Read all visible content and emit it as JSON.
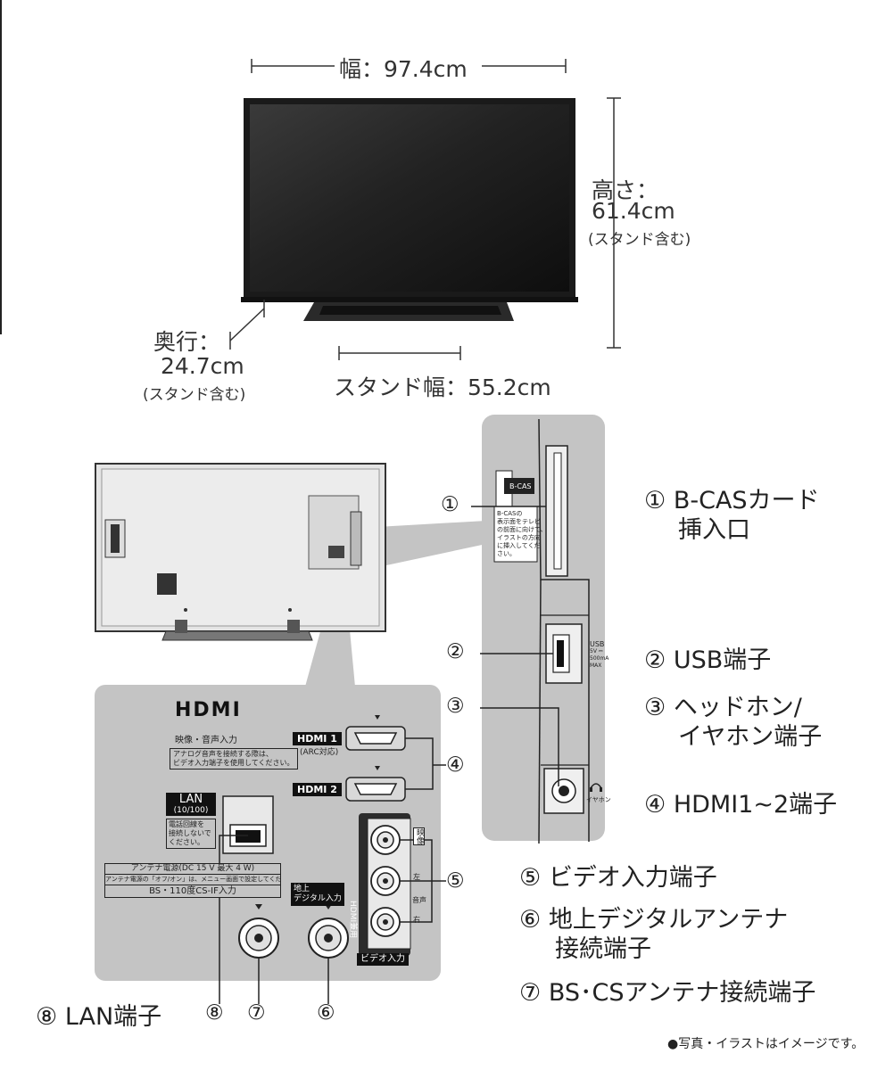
{
  "dimensions": {
    "width_label": "幅：97.4cm",
    "height_label": "高さ：",
    "height_value": "61.4cm",
    "height_note": "(スタンド含む)",
    "depth_label": "奥行：",
    "depth_value": "24.7cm",
    "depth_note": "(スタンド含む)",
    "stand_width_label": "スタンド幅：55.2cm"
  },
  "side_panel": {
    "bcas_logo": "B-CAS",
    "bcas_note": [
      "B-CASの",
      "表示面をテレビ",
      "の前面に向けて、",
      "イラストの方向",
      "に挿入してくだ",
      "さい。"
    ],
    "usb_label": [
      "USB",
      "5V ⎓",
      "500mA",
      "MAX"
    ],
    "earphone_label": "イヤホン"
  },
  "rear_panel": {
    "logo": "HDMI",
    "av_input_title": "映像・音声入力",
    "av_input_note": [
      "アナログ音声を接続する際は、",
      "ビデオ入力端子を使用してください。"
    ],
    "hdmi1": "HDMI 1",
    "hdmi1_note": "(ARC対応)",
    "hdmi2": "HDMI 2",
    "lan_title": "LAN",
    "lan_sub": "(10/100)",
    "lan_note": [
      "電話回線を",
      "接続しないで",
      "ください。"
    ],
    "antenna_power": "アンテナ電源(DC 15 V 最大 4 W)",
    "antenna_power_note": "アンテナ電源の「オフ/オン」は、メニュー画面で設定してください。",
    "bs_input": "BS・110度CS-IF入力",
    "terrestrial": [
      "地上",
      "デジタル入力"
    ],
    "video_vertical": "HDMI兼用",
    "video_input": "ビデオ入力",
    "jack_video": "映像",
    "jack_audio": "音声",
    "jack_l": "左",
    "jack_r": "右"
  },
  "callouts": {
    "c1": "①",
    "c2": "②",
    "c3": "③",
    "c4": "④",
    "c5": "⑤",
    "c6": "⑥",
    "c7": "⑦",
    "c8": "⑧"
  },
  "legend": [
    {
      "num": "①",
      "lines": [
        "B-CASカード",
        "挿入口"
      ]
    },
    {
      "num": "②",
      "lines": [
        "USB端子"
      ]
    },
    {
      "num": "③",
      "lines": [
        "ヘッドホン/",
        "イヤホン端子"
      ]
    },
    {
      "num": "④",
      "lines": [
        "HDMI1~2端子"
      ]
    },
    {
      "num": "⑤",
      "lines": [
        "ビデオ入力端子"
      ]
    },
    {
      "num": "⑥",
      "lines": [
        "地上デジタルアンテナ",
        "接続端子"
      ]
    },
    {
      "num": "⑦",
      "lines": [
        "BS･CSアンテナ接続端子"
      ]
    },
    {
      "num": "⑧",
      "lines": [
        "LAN端子"
      ]
    }
  ],
  "footnote": "●写真・イラストはイメージです。",
  "colors": {
    "panel_gray": "#c4c4c4",
    "panel_dark": "#9a9a9a",
    "tv_bezel": "#1a1a1a",
    "line": "#222222"
  }
}
